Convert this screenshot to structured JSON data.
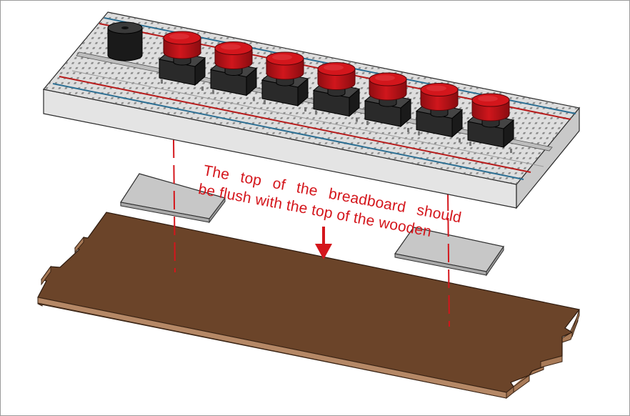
{
  "annotation": {
    "line1": "The top of the breadboard should",
    "line2": "be flush with the top of the wooden"
  },
  "colors": {
    "annotation": "#d4161c",
    "wood_top": "#6b4429",
    "wood_edge": "#a87a57",
    "breadboard": "#dedede",
    "button_cap": "#c8141a",
    "switch_body": "#262626",
    "rail_red": "#b71c1c",
    "rail_blue": "#2d6f93",
    "spacer_plate": "#c7c7c7",
    "buzzer": "#151515"
  },
  "components": {
    "button_count": 7,
    "buzzer_count": 1,
    "spacer_count": 2
  }
}
